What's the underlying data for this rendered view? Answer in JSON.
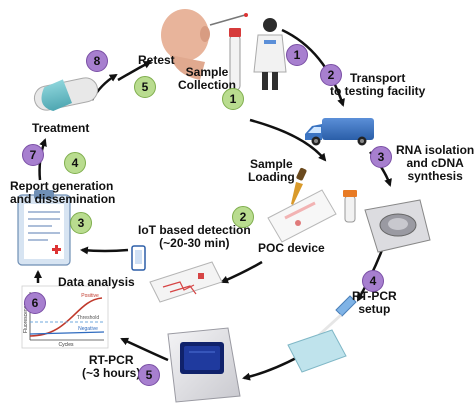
{
  "labels": {
    "retest": "Retest",
    "sample_collection": [
      "Sample",
      "Collection"
    ],
    "transport": [
      "Transport",
      "to testing facility"
    ],
    "rna": [
      "RNA isolation",
      "and cDNA",
      "synthesis"
    ],
    "treatment": "Treatment",
    "report": [
      "Report generation",
      "and dissemination"
    ],
    "sample_loading": [
      "Sample",
      "Loading"
    ],
    "iot": [
      "IoT based detection",
      "(~20-30 min)"
    ],
    "poc": "POC device",
    "data_analysis": "Data analysis",
    "rtpcr_setup": [
      "RT-PCR",
      "setup"
    ],
    "rtpcr": [
      "RT-PCR",
      "(~3 hours)"
    ]
  },
  "graph": {
    "positive": "Positive",
    "threshold": "Threshold",
    "negative": "Negative",
    "xlabel": "Cycles",
    "ylabel": "Fluorescence"
  },
  "badges": {
    "p1": "1",
    "p2": "2",
    "p3": "3",
    "p4": "4",
    "p5": "5",
    "p6": "6",
    "p7": "7",
    "p8": "8",
    "g1": "1",
    "g2": "2",
    "g3": "3",
    "g4": "4",
    "g5": "5"
  },
  "colors": {
    "purple_badge": "#a77fcf",
    "green_badge": "#b9dc8f",
    "arrow": "#111111",
    "positive_curve": "#c0392b",
    "negative_curve": "#2e6bbf",
    "threshold_line": "#6fa8dc"
  }
}
